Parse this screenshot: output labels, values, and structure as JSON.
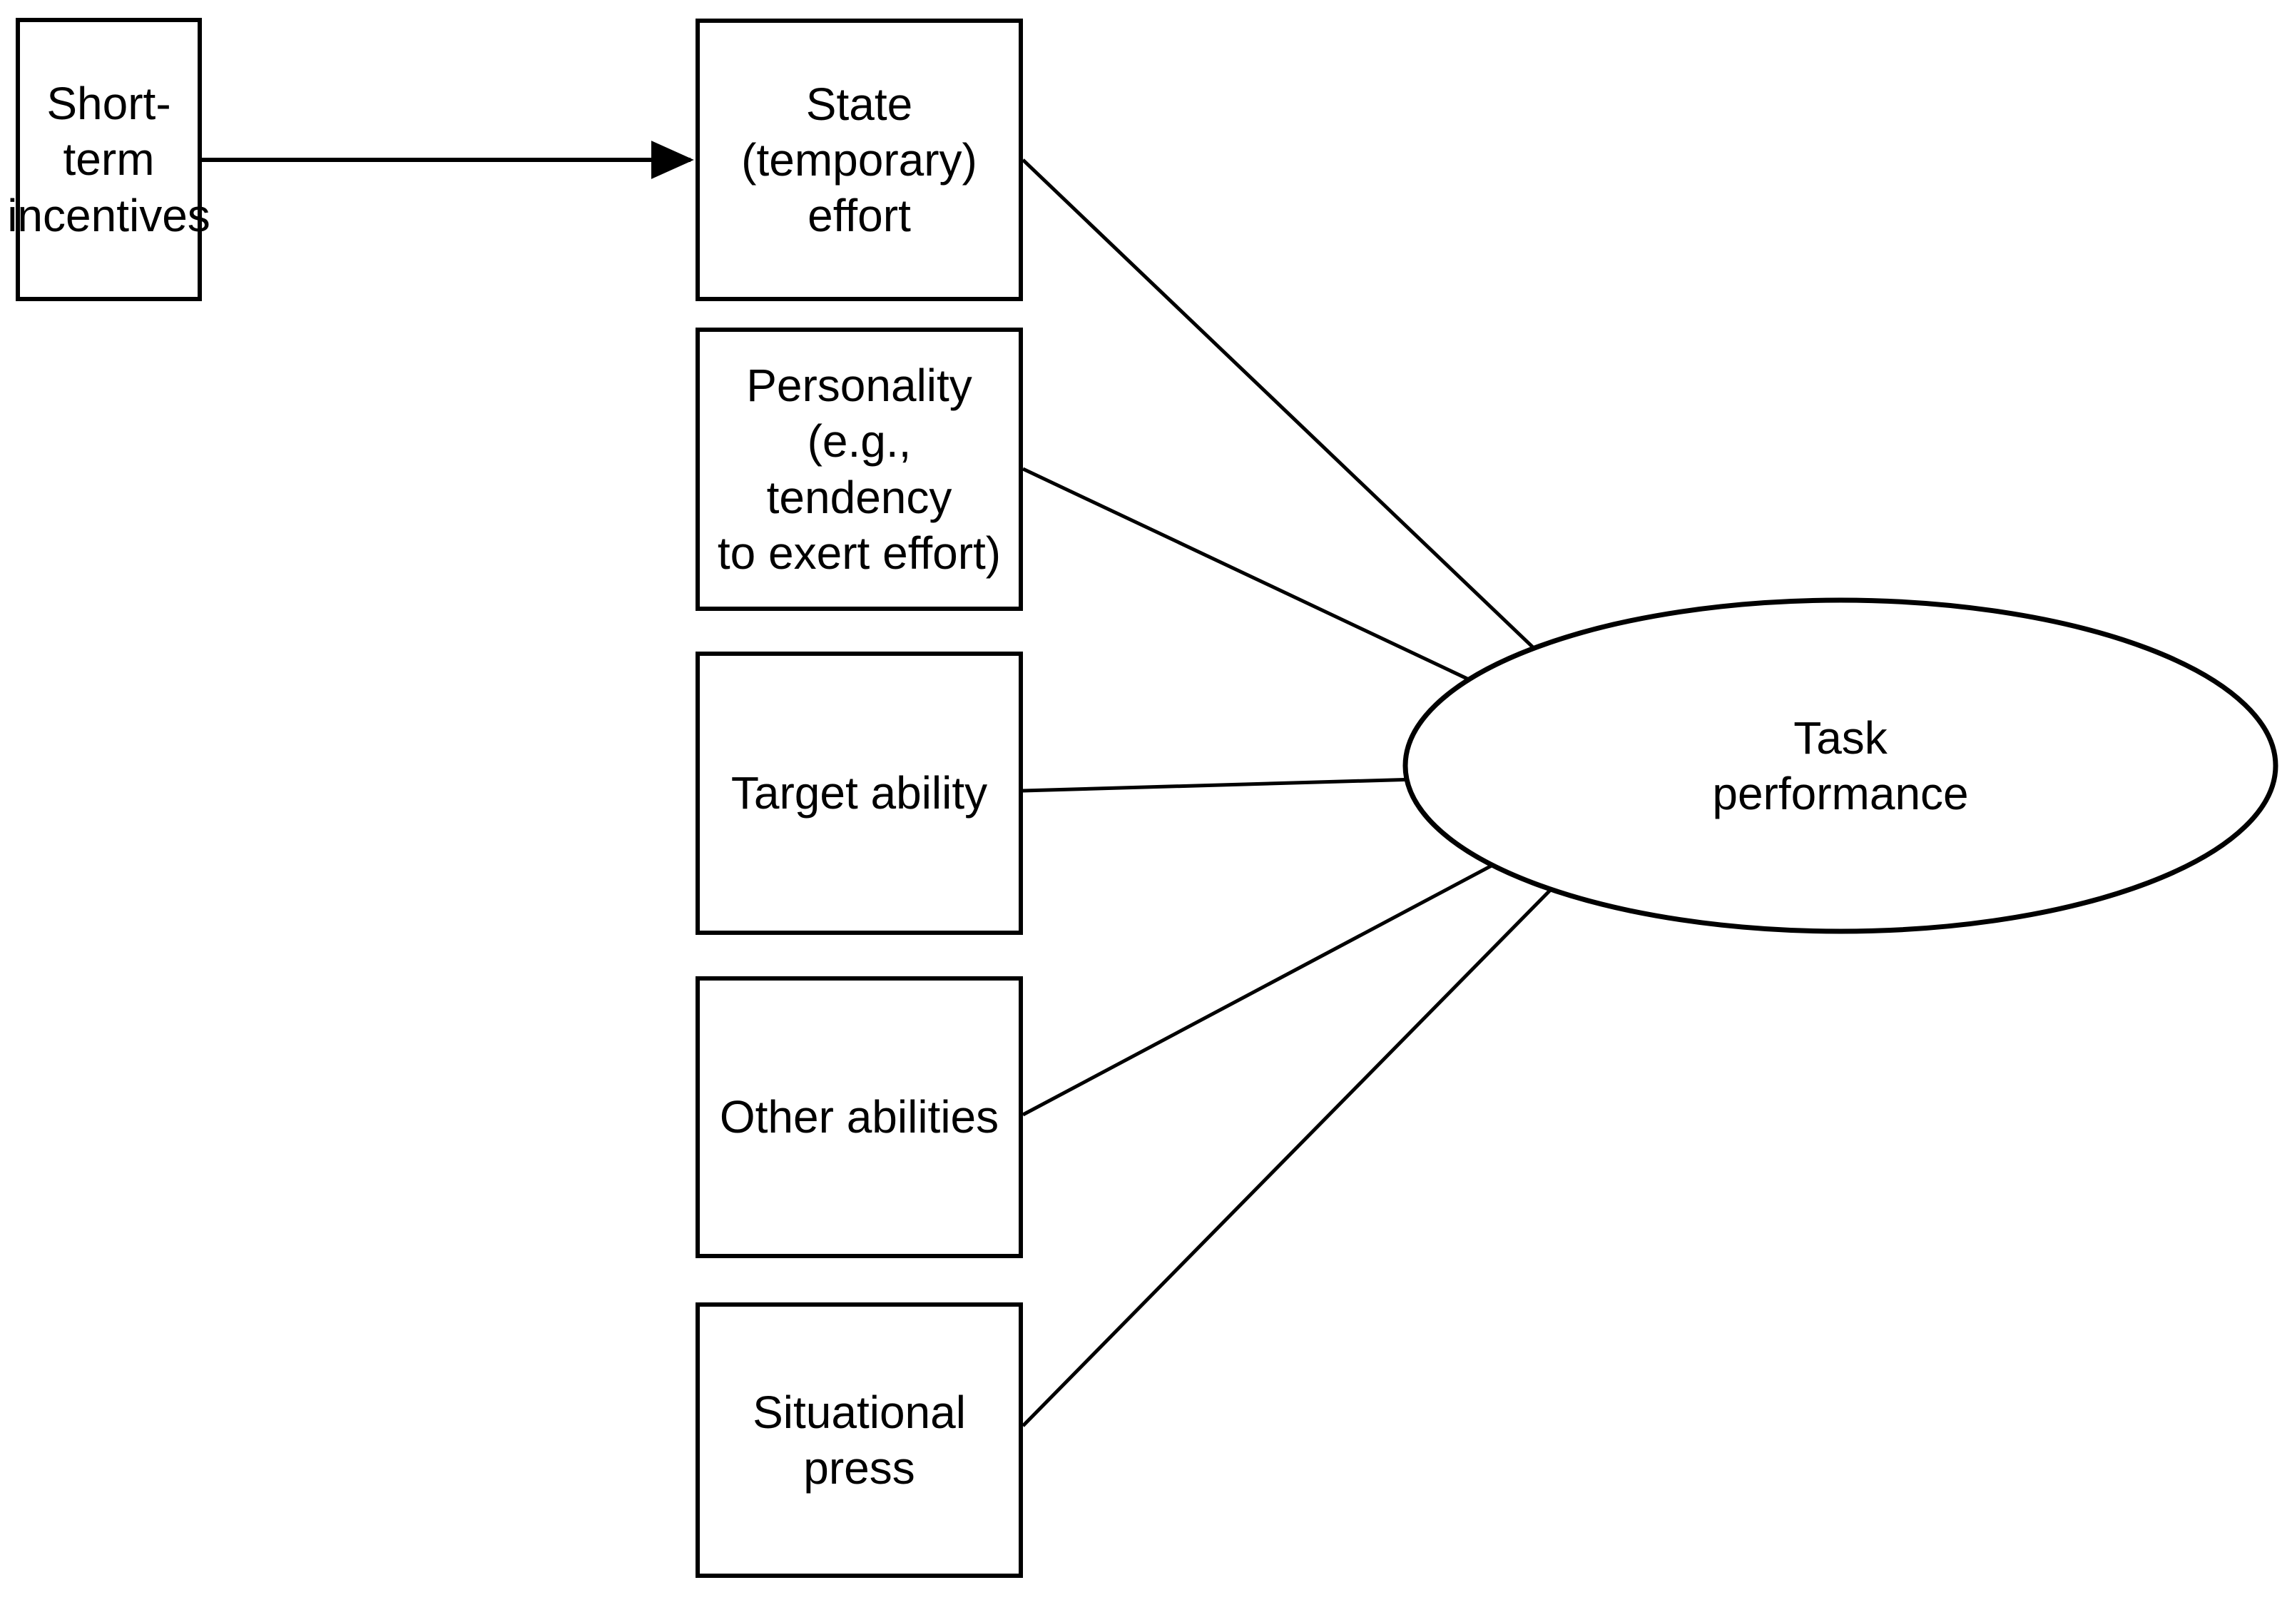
{
  "diagram": {
    "type": "path-model-diagram",
    "background_color": "#ffffff",
    "stroke_color": "#000000",
    "nodes": [
      {
        "id": "short-term-incentives",
        "shape": "rectangle",
        "label": "Short-term\nincentives"
      },
      {
        "id": "state-temporary-effort",
        "shape": "rectangle",
        "label": "State\n(temporary)\neffort"
      },
      {
        "id": "personality",
        "shape": "rectangle",
        "label": "Personality\n(e.g., tendency\nto exert effort)"
      },
      {
        "id": "target-ability",
        "shape": "rectangle",
        "label": "Target ability"
      },
      {
        "id": "other-abilities",
        "shape": "rectangle",
        "label": "Other abilities"
      },
      {
        "id": "situational-press",
        "shape": "rectangle",
        "label": "Situational\npress"
      },
      {
        "id": "task-performance",
        "shape": "ellipse",
        "label": "Task\nperformance"
      }
    ],
    "edges": [
      {
        "from": "short-term-incentives",
        "to": "state-temporary-effort",
        "style": "solid",
        "arrowhead": "filled-triangle"
      },
      {
        "from": "state-temporary-effort",
        "to": "task-performance",
        "style": "solid",
        "arrowhead": "filled-triangle"
      },
      {
        "from": "personality",
        "to": "task-performance",
        "style": "solid",
        "arrowhead": "filled-triangle"
      },
      {
        "from": "target-ability",
        "to": "task-performance",
        "style": "solid",
        "arrowhead": "filled-triangle"
      },
      {
        "from": "other-abilities",
        "to": "task-performance",
        "style": "solid",
        "arrowhead": "filled-triangle"
      },
      {
        "from": "situational-press",
        "to": "task-performance",
        "style": "solid",
        "arrowhead": "filled-triangle"
      }
    ]
  }
}
